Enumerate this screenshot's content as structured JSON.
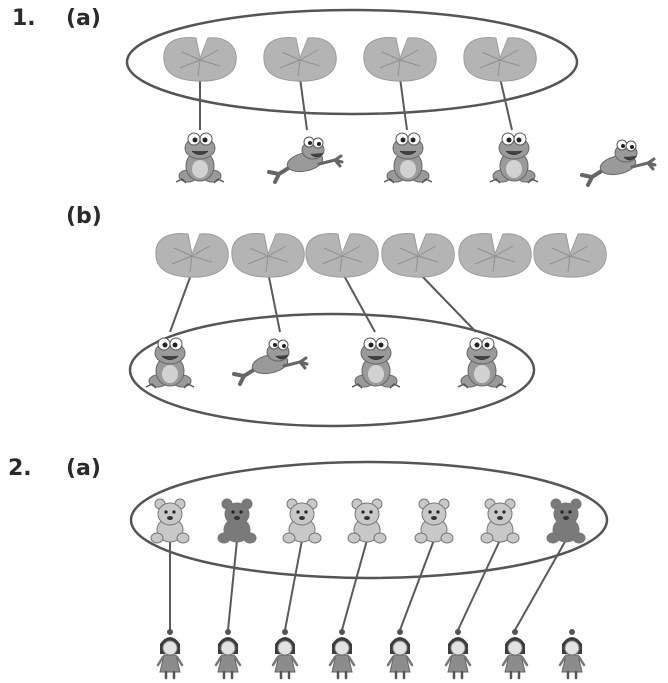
{
  "q1": {
    "number": "1.",
    "part_a": "(a)",
    "part_b": "(b)",
    "a": {
      "pads": 4,
      "frogs": 5,
      "pairs": 4
    },
    "b": {
      "pads": 6,
      "frogs": 4,
      "pairs": 4
    }
  },
  "q2": {
    "number": "2.",
    "part_a": "(a)",
    "a": {
      "bears": 7,
      "dolls": 8,
      "pairs": 7
    }
  },
  "colors": {
    "ellipse": "#555555",
    "line": "#5a5a5a",
    "pad": "#b4b4b4",
    "frog": "#9a9a9a",
    "bear_light": "#c8c8c8",
    "bear_dark": "#7a7a7a",
    "doll": "#8c8c8c"
  }
}
